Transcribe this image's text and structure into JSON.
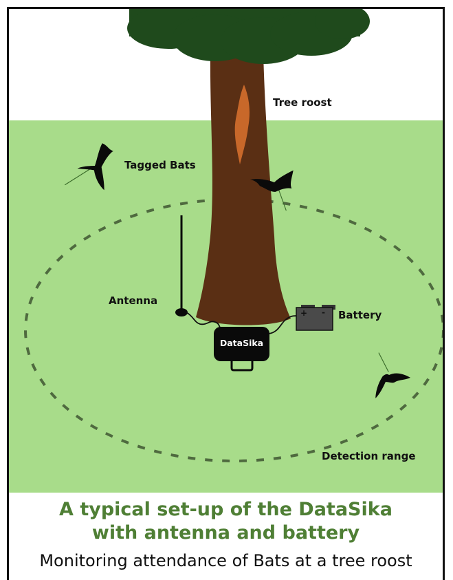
{
  "diagram": {
    "labels": {
      "tree_roost": "Tree roost",
      "tagged_bats": "Tagged Bats",
      "antenna": "Antenna",
      "battery": "Battery",
      "datasika": "DataSika",
      "detection_range": "Detection range",
      "battery_plus": "+",
      "battery_minus": "-"
    },
    "colors": {
      "grass": "#a8dc8a",
      "trunk": "#5a2f14",
      "bark_scar": "#c8682a",
      "canopy": "#1f4a1c",
      "device": "#0a0a0a",
      "battery_body": "#4a4a4a",
      "range_dash": "#4f6a3f",
      "title_green": "#4f7f35"
    },
    "icons": [
      "bat-icon",
      "tree-icon",
      "antenna-icon",
      "battery-icon",
      "datasika-device-icon"
    ]
  },
  "caption": {
    "title_line1": "A typical set-up of the DataSika",
    "title_line2": "with antenna and battery",
    "subtitle": "Monitoring attendance of Bats at a tree roost"
  }
}
